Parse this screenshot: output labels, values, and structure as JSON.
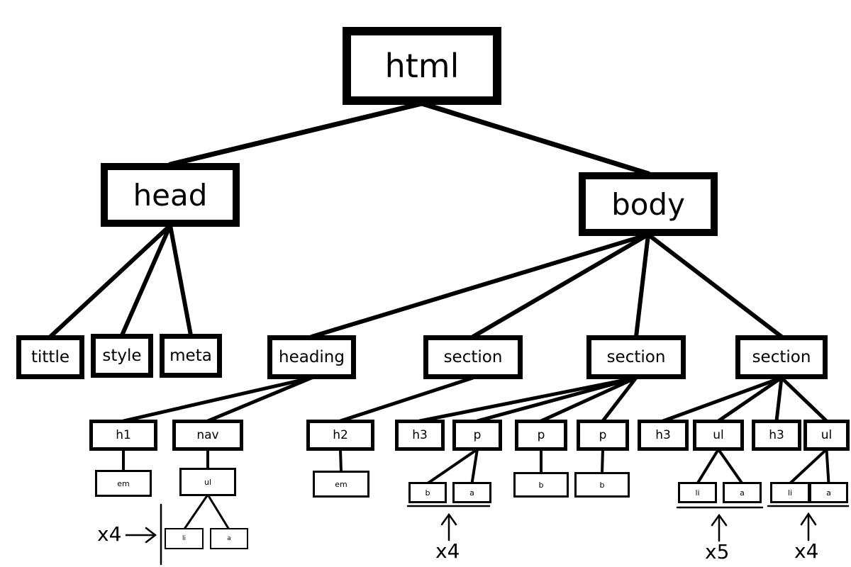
{
  "colors": {
    "ink": "#000000",
    "background": "#ffffff"
  },
  "nodes": [
    {
      "id": "html",
      "label": "html",
      "level": "root"
    },
    {
      "id": "head",
      "label": "head",
      "level": "l1"
    },
    {
      "id": "body",
      "label": "body",
      "level": "l1"
    },
    {
      "id": "tittle",
      "label": "tittle",
      "level": "l2"
    },
    {
      "id": "style",
      "label": "style",
      "level": "l2"
    },
    {
      "id": "meta",
      "label": "meta",
      "level": "l2"
    },
    {
      "id": "heading",
      "label": "heading",
      "level": "l2"
    },
    {
      "id": "section1",
      "label": "section",
      "level": "l2"
    },
    {
      "id": "section2",
      "label": "section",
      "level": "l2"
    },
    {
      "id": "section3",
      "label": "section",
      "level": "l2"
    },
    {
      "id": "h1",
      "label": "h1",
      "level": "l3"
    },
    {
      "id": "nav",
      "label": "nav",
      "level": "l3"
    },
    {
      "id": "h2",
      "label": "h2",
      "level": "l3"
    },
    {
      "id": "h3a",
      "label": "h3",
      "level": "l3"
    },
    {
      "id": "pa",
      "label": "p",
      "level": "l3"
    },
    {
      "id": "pb",
      "label": "p",
      "level": "l3"
    },
    {
      "id": "pc",
      "label": "p",
      "level": "l3"
    },
    {
      "id": "h3b",
      "label": "h3",
      "level": "l3"
    },
    {
      "id": "ul2",
      "label": "ul",
      "level": "l3"
    },
    {
      "id": "h3c",
      "label": "h3",
      "level": "l3"
    },
    {
      "id": "ul3",
      "label": "ul",
      "level": "l3"
    },
    {
      "id": "em1",
      "label": "em",
      "level": "l4"
    },
    {
      "id": "ul1",
      "label": "ul",
      "level": "l4"
    },
    {
      "id": "em2",
      "label": "em",
      "level": "l4"
    },
    {
      "id": "b1",
      "label": "b",
      "level": "l4"
    },
    {
      "id": "a1",
      "label": "a",
      "level": "l4"
    },
    {
      "id": "b2",
      "label": "b",
      "level": "l4"
    },
    {
      "id": "b3",
      "label": "b",
      "level": "l4"
    },
    {
      "id": "li2",
      "label": "li",
      "level": "l4"
    },
    {
      "id": "a2",
      "label": "a",
      "level": "l4"
    },
    {
      "id": "li3",
      "label": "li",
      "level": "l4"
    },
    {
      "id": "a3",
      "label": "a",
      "level": "l4"
    },
    {
      "id": "li1",
      "label": "li",
      "level": "l5"
    },
    {
      "id": "a0",
      "label": "a",
      "level": "l5"
    }
  ],
  "edges": [
    [
      "html",
      "head"
    ],
    [
      "html",
      "body"
    ],
    [
      "head",
      "tittle"
    ],
    [
      "head",
      "style"
    ],
    [
      "head",
      "meta"
    ],
    [
      "body",
      "heading"
    ],
    [
      "body",
      "section1"
    ],
    [
      "body",
      "section2"
    ],
    [
      "body",
      "section3"
    ],
    [
      "heading",
      "h1"
    ],
    [
      "heading",
      "nav"
    ],
    [
      "section1",
      "h2"
    ],
    [
      "section2",
      "h3a"
    ],
    [
      "section2",
      "pa"
    ],
    [
      "section2",
      "pb"
    ],
    [
      "section2",
      "pc"
    ],
    [
      "section3",
      "h3b"
    ],
    [
      "section3",
      "ul2"
    ],
    [
      "section3",
      "h3c"
    ],
    [
      "section3",
      "ul3"
    ],
    [
      "h1",
      "em1"
    ],
    [
      "nav",
      "ul1"
    ],
    [
      "h2",
      "em2"
    ],
    [
      "pa",
      "b1"
    ],
    [
      "pa",
      "a1"
    ],
    [
      "pb",
      "b2"
    ],
    [
      "pc",
      "b3"
    ],
    [
      "ul2",
      "li2"
    ],
    [
      "ul2",
      "a2"
    ],
    [
      "ul3",
      "li3"
    ],
    [
      "ul3",
      "a3"
    ],
    [
      "ul1",
      "li1"
    ],
    [
      "ul1",
      "a0"
    ]
  ],
  "repeat_labels": [
    {
      "id": "rep-nav",
      "text": "x4"
    },
    {
      "id": "rep-p",
      "text": "x4"
    },
    {
      "id": "rep-ul2",
      "text": "x5"
    },
    {
      "id": "rep-ul3",
      "text": "x4"
    }
  ]
}
